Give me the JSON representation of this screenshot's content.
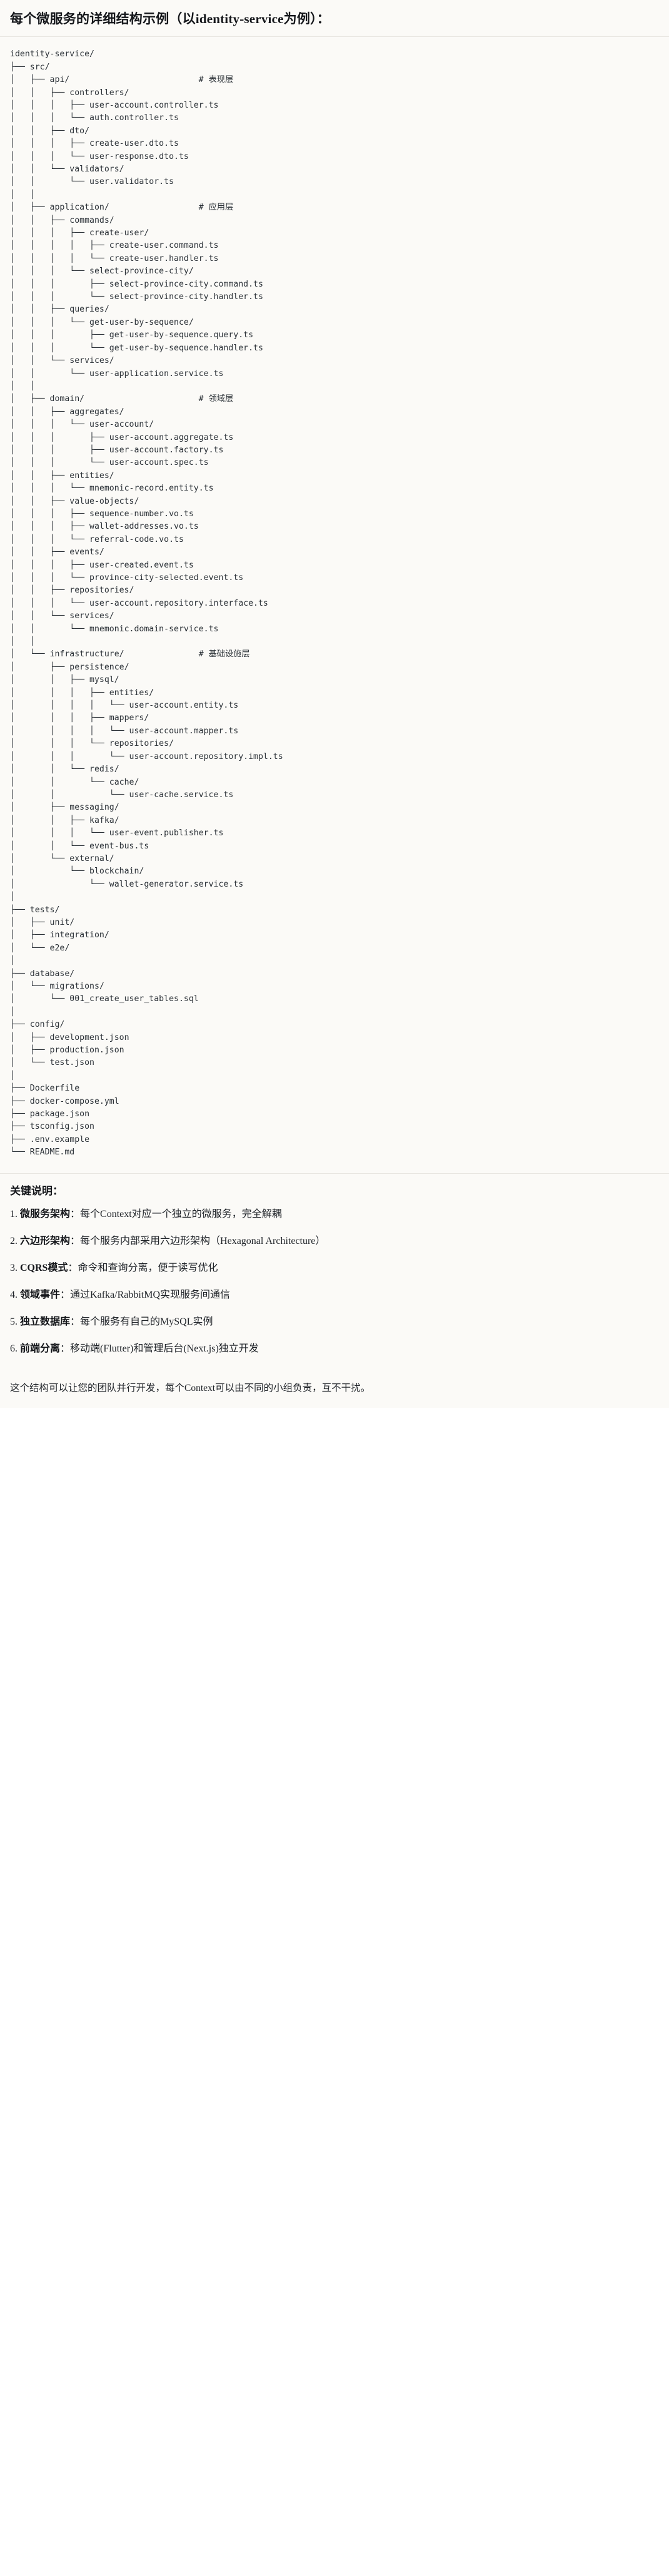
{
  "document": {
    "title": "每个微服务的详细结构示例（以identity-service为例）："
  },
  "tree": {
    "root_label": "identity-service/",
    "layer_comments": {
      "api": "# 表现层",
      "application": "# 应用层",
      "domain": "# 领域层",
      "infrastructure": "# 基础设施层"
    },
    "text": "identity-service/\n├── src/\n│   ├── api/                          # 表现层\n│   │   ├── controllers/\n│   │   │   ├── user-account.controller.ts\n│   │   │   └── auth.controller.ts\n│   │   ├── dto/\n│   │   │   ├── create-user.dto.ts\n│   │   │   └── user-response.dto.ts\n│   │   └── validators/\n│   │       └── user.validator.ts\n│   │\n│   ├── application/                  # 应用层\n│   │   ├── commands/\n│   │   │   ├── create-user/\n│   │   │   │   ├── create-user.command.ts\n│   │   │   │   └── create-user.handler.ts\n│   │   │   └── select-province-city/\n│   │   │       ├── select-province-city.command.ts\n│   │   │       └── select-province-city.handler.ts\n│   │   ├── queries/\n│   │   │   └── get-user-by-sequence/\n│   │   │       ├── get-user-by-sequence.query.ts\n│   │   │       └── get-user-by-sequence.handler.ts\n│   │   └── services/\n│   │       └── user-application.service.ts\n│   │\n│   ├── domain/                       # 领域层\n│   │   ├── aggregates/\n│   │   │   └── user-account/\n│   │   │       ├── user-account.aggregate.ts\n│   │   │       ├── user-account.factory.ts\n│   │   │       └── user-account.spec.ts\n│   │   ├── entities/\n│   │   │   └── mnemonic-record.entity.ts\n│   │   ├── value-objects/\n│   │   │   ├── sequence-number.vo.ts\n│   │   │   ├── wallet-addresses.vo.ts\n│   │   │   └── referral-code.vo.ts\n│   │   ├── events/\n│   │   │   ├── user-created.event.ts\n│   │   │   └── province-city-selected.event.ts\n│   │   ├── repositories/\n│   │   │   └── user-account.repository.interface.ts\n│   │   └── services/\n│   │       └── mnemonic.domain-service.ts\n│   │\n│   └── infrastructure/               # 基础设施层\n│       ├── persistence/\n│       │   ├── mysql/\n│       │   │   ├── entities/\n│       │   │   │   └── user-account.entity.ts\n│       │   │   ├── mappers/\n│       │   │   │   └── user-account.mapper.ts\n│       │   │   └── repositories/\n│       │   │       └── user-account.repository.impl.ts\n│       │   └── redis/\n│       │       └── cache/\n│       │           └── user-cache.service.ts\n│       ├── messaging/\n│       │   ├── kafka/\n│       │   │   └── user-event.publisher.ts\n│       │   └── event-bus.ts\n│       └── external/\n│           └── blockchain/\n│               └── wallet-generator.service.ts\n│\n├── tests/\n│   ├── unit/\n│   ├── integration/\n│   └── e2e/\n│\n├── database/\n│   └── migrations/\n│       └── 001_create_user_tables.sql\n│\n├── config/\n│   ├── development.json\n│   ├── production.json\n│   └── test.json\n│\n├── Dockerfile\n├── docker-compose.yml\n├── package.json\n├── tsconfig.json\n├── .env.example\n└── README.md"
  },
  "notes": {
    "heading": "关键说明：",
    "items": [
      {
        "term": "微服务架构",
        "sep": "：",
        "desc": "每个Context对应一个独立的微服务，完全解耦"
      },
      {
        "term": "六边形架构",
        "sep": "：",
        "desc": "每个服务内部采用六边形架构（Hexagonal Architecture）"
      },
      {
        "term": "CQRS模式",
        "sep": "：",
        "desc": "命令和查询分离，便于读写优化"
      },
      {
        "term": "领域事件",
        "sep": "：",
        "desc": "通过Kafka/RabbitMQ实现服务间通信"
      },
      {
        "term": "独立数据库",
        "sep": "：",
        "desc": "每个服务有自己的MySQL实例"
      },
      {
        "term": "前端分离",
        "sep": "：",
        "desc": "移动端(Flutter)和管理后台(Next.js)独立开发"
      }
    ]
  },
  "footer": {
    "text": "这个结构可以让您的团队并行开发，每个Context可以由不同的小组负责，互不干扰。"
  }
}
